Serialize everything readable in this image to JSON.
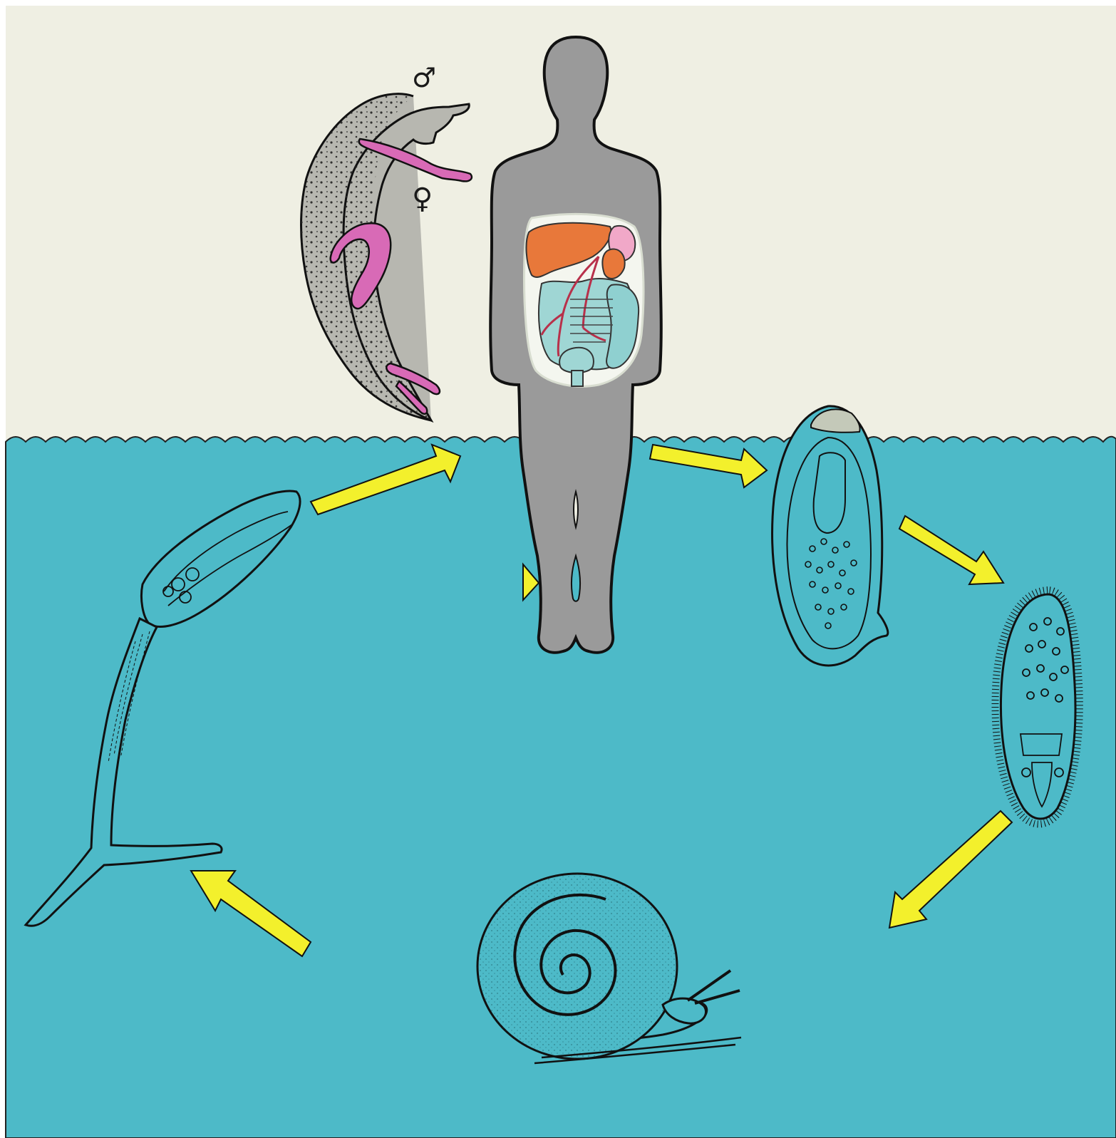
{
  "diagram": {
    "symbols": {
      "male": "♂",
      "female": "♀"
    },
    "colors": {
      "sky": "#efefe3",
      "water": "#4dbac8",
      "body": "#9a9a9a",
      "arrow": "#f3f02c",
      "outline": "#111111",
      "worm_male": "#b7b7b0",
      "worm_female": "#d86ab6",
      "liver": "#e8783a",
      "intestine": "#9fd6d4",
      "vessel": "#b8304a"
    },
    "stages": [
      {
        "id": "adult-worms",
        "icon": "schistosome-pair"
      },
      {
        "id": "human-host",
        "icon": "human-silhouette"
      },
      {
        "id": "egg",
        "icon": "egg"
      },
      {
        "id": "miracidium",
        "icon": "miracidium"
      },
      {
        "id": "snail-host",
        "icon": "snail"
      },
      {
        "id": "cercaria",
        "icon": "cercaria"
      }
    ]
  }
}
